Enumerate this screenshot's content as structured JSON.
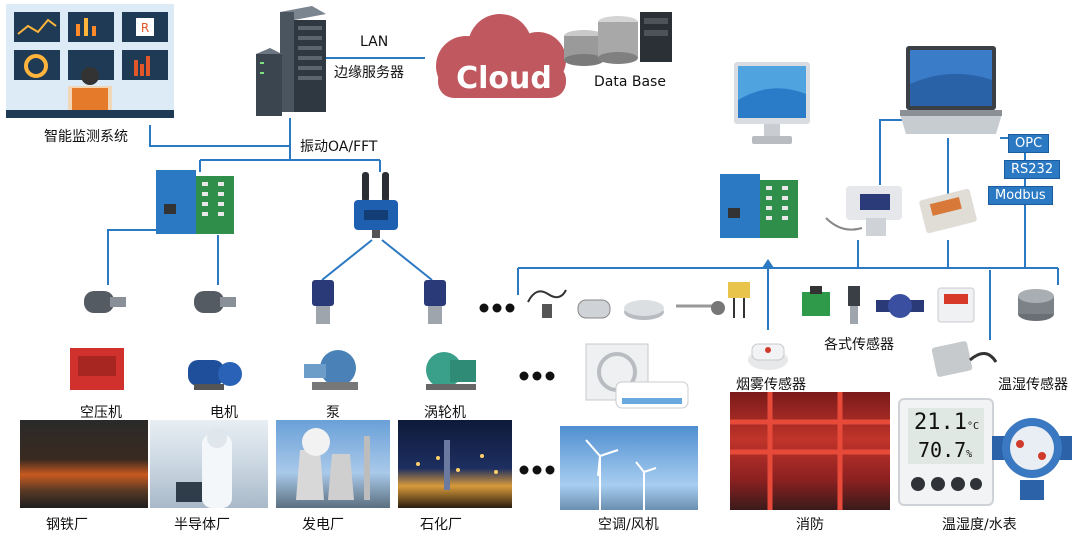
{
  "labels": {
    "monitor_system": "智能监测系统",
    "lan": "LAN",
    "edge_server": "边缘服务器",
    "cloud": "Cloud",
    "database": "Data Base",
    "vibration": "振动OA/FFT",
    "opc": "OPC",
    "rs232": "RS232",
    "modbus": "Modbus",
    "smoke_sensor": "烟雾传感器",
    "various_sensor": "各式传感器",
    "temp_humidity_sensor": "温湿传感器"
  },
  "machines": [
    {
      "label": "空压机"
    },
    {
      "label": "电机"
    },
    {
      "label": "泵"
    },
    {
      "label": "涡轮机"
    }
  ],
  "scenes": [
    {
      "label": "钢铁厂"
    },
    {
      "label": "半导体厂"
    },
    {
      "label": "发电厂"
    },
    {
      "label": "石化厂"
    },
    {
      "label": "空调/风机"
    },
    {
      "label": "消防"
    },
    {
      "label": "温湿度/水表"
    }
  ],
  "thermo_display": {
    "temp": "21.1",
    "temp_unit": "°C",
    "humidity": "70.7",
    "humidity_unit": "%"
  },
  "colors": {
    "line": "#2b79c2",
    "cloud": "#c0595f",
    "tag_bg": "#2b79c2"
  }
}
